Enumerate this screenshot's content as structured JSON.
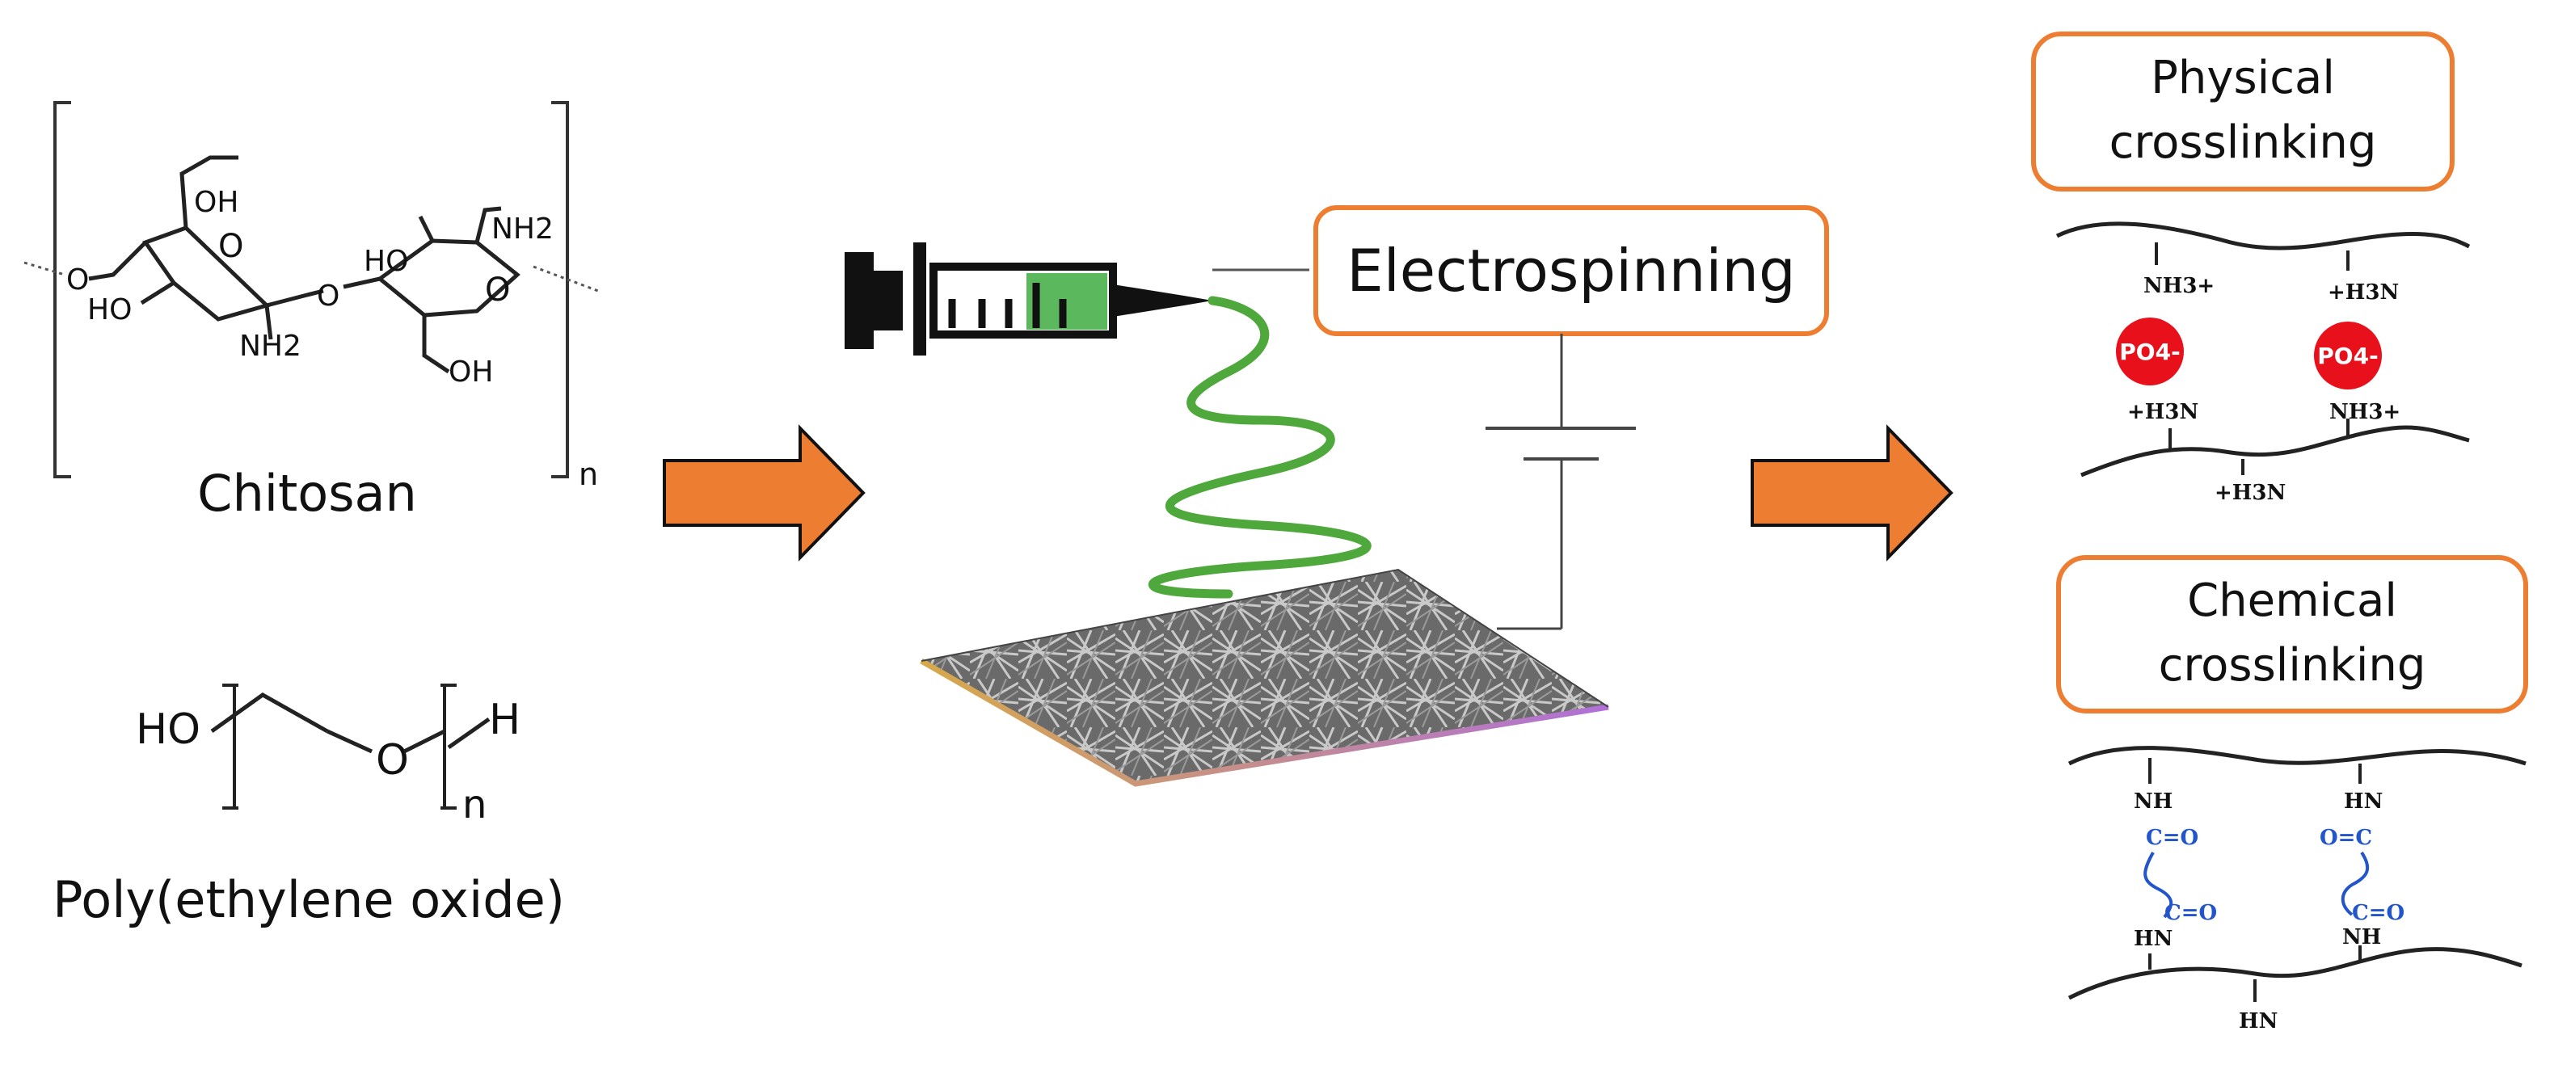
{
  "colors": {
    "arrow_fill": "#ED7D31",
    "box_stroke": "#ED7D31",
    "fiber_green": "#4EA83C",
    "syringe_green": "#5CB85C",
    "phosphate_red": "#E8101A",
    "crosslink_blue": "#2255CC",
    "line_black": "#222222"
  },
  "icons": {
    "syringe": "syringe-icon",
    "nanofiber_mat": "nanofiber-mat-image",
    "power_supply": "dc-power-symbol"
  },
  "left": {
    "chitosan": {
      "name": "Chitosan",
      "groups": {
        "oh_top": "OH",
        "o_left": "O",
        "ho_left": "HO",
        "nh2_bottom": "NH2",
        "o_bridge": "O",
        "ho_mid": "HO",
        "nh2_top": "NH2",
        "oh_bottom": "OH"
      },
      "subscript": "n"
    },
    "peo": {
      "name": "Poly(ethylene oxide)",
      "ho": "HO",
      "o": "O",
      "h": "H",
      "subscript": "n"
    }
  },
  "center": {
    "process_label": "Electrospinning"
  },
  "right": {
    "physical": {
      "title_line1": "Physical",
      "title_line2": "crosslinking",
      "nh3_top_left": "NH3+",
      "h3n_top_right": "+H3N",
      "phosphate": "PO4-",
      "h3n_mid_left": "+H3N",
      "nh3_mid_right": "NH3+",
      "h3n_bottom": "+H3N"
    },
    "chemical": {
      "title_line1": "Chemical",
      "title_line2": "crosslinking",
      "nh_top_left": "NH",
      "co_top_left": "C=O",
      "co_bottom_left": "C=O",
      "hn_bottom_left": "HN",
      "hn_top_right": "HN",
      "oc_top_right": "O=C",
      "co_bottom_right": "C=O",
      "nh_bottom_right": "NH",
      "hn_bottom": "HN"
    }
  }
}
